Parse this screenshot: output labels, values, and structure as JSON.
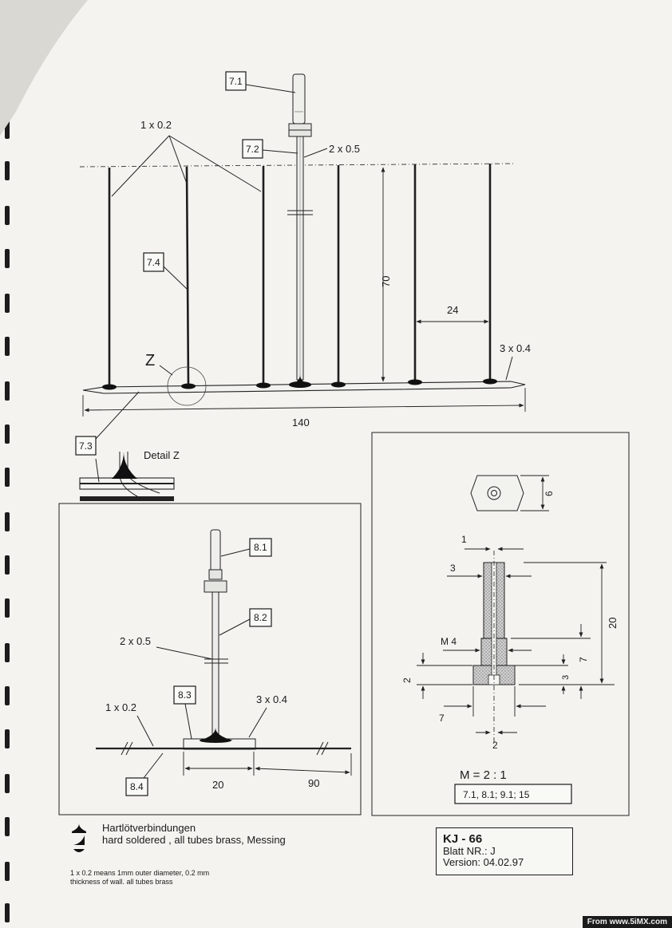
{
  "labels": {
    "part_71": "7.1",
    "part_72": "7.2",
    "part_73": "7.3",
    "part_74": "7.4",
    "part_81": "8.1",
    "part_82": "8.2",
    "part_83": "8.3",
    "part_84": "8.4",
    "tube_1x02_top": "1 x 0.2",
    "tube_2x05_top": "2 x 0.5",
    "tube_3x04_top": "3 x 0.4",
    "tube_2x05_bottom": "2 x 0.5",
    "tube_1x02_bottom": "1 x 0.2",
    "tube_3x04_bottom": "3 x 0.4",
    "detail_marker": "Z",
    "detail_title": "Detail  Z"
  },
  "dimensions": {
    "height_70": "70",
    "spacing_24": "24",
    "length_140": "140",
    "base_20": "20",
    "run_90": "90",
    "fitting_dia_6": "6",
    "bore_1": "1",
    "shank_3": "3",
    "thread_m4": "M 4",
    "overall_20": "20",
    "thread_len_7": "7",
    "collar_3": "3",
    "flange_2": "2",
    "base_dia_7": "7",
    "hole_2": "2"
  },
  "scale": "M = 2 : 1",
  "scale_parts": "7.1,  8.1; 9.1; 15",
  "legend": {
    "line1": "Hartlötverbindungen",
    "line2": "hard soldered , all tubes brass, Messing",
    "note1": "1 x 0.2 means 1mm outer diameter, 0.2 mm",
    "note2": "thickness of wall. all tubes brass"
  },
  "title_block": {
    "code": "KJ - 66",
    "sheet": "Blatt NR.: J",
    "version": "Version: 04.02.97"
  },
  "credit": "From www.5iMX.com"
}
